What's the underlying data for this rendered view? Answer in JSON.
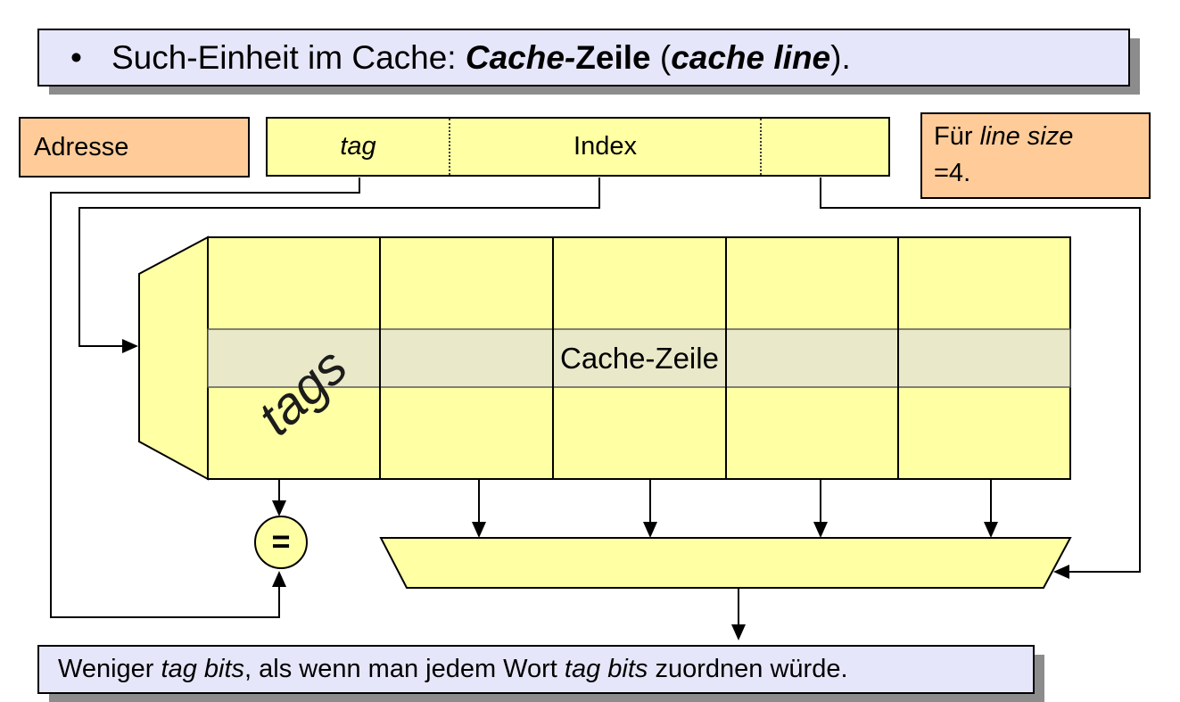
{
  "colors": {
    "yellow": "#ffffa3",
    "orange": "#ffcc99",
    "lavender": "#e6e6fa",
    "highlight": "#e9e9c9",
    "shadow": "#8c8c8c",
    "line": "#000000"
  },
  "title": {
    "bullet": "•",
    "prefix": "Such-Einheit im Cache: ",
    "emph1": "Cache-",
    "emph2": "Zeile",
    "mid": " (",
    "emph3": "cache line",
    "suffix": ")."
  },
  "address": {
    "label": "Adresse",
    "tag": "tag",
    "index": "Index"
  },
  "note": {
    "prefix": "Für ",
    "italic": "line size",
    "line2": "=4."
  },
  "cache": {
    "tags": "tags",
    "row_label": "Cache-Zeile"
  },
  "comparator": {
    "symbol": "="
  },
  "footer": {
    "p1": "Weniger ",
    "i1": "tag bits",
    "p2": ", als wenn man jedem Wort ",
    "i2": "tag bits",
    "p3": " zuordnen würde."
  }
}
